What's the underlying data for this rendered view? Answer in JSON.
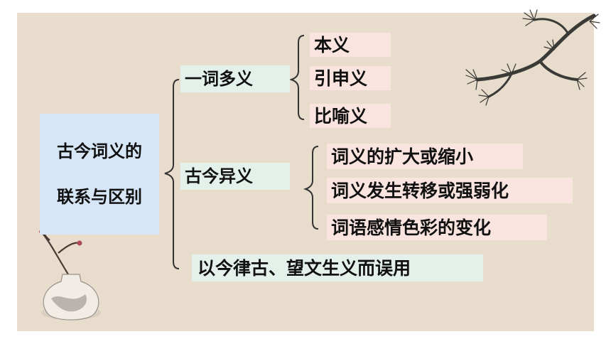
{
  "root": {
    "line1": "古今词义的",
    "line2": "联系与区别"
  },
  "branches": [
    {
      "label": "一词多义",
      "children": [
        "本义",
        "引申义",
        "比喻义"
      ]
    },
    {
      "label": "古今异义",
      "children": [
        "词义的扩大或缩小",
        "词义发生转移或强弱化",
        "词语感情色彩的变化"
      ]
    },
    {
      "label": "以今律古、望文生义而误用"
    }
  ],
  "colors": {
    "panel": "#e8dccd",
    "green_box": "#e3f1ea",
    "pink_box": "#f9e4df",
    "blue_box": "#d6e6f7",
    "bracket": "#333333"
  },
  "decorations": [
    "pine-branch-painting",
    "porcelain-vase-with-plum-branch"
  ]
}
